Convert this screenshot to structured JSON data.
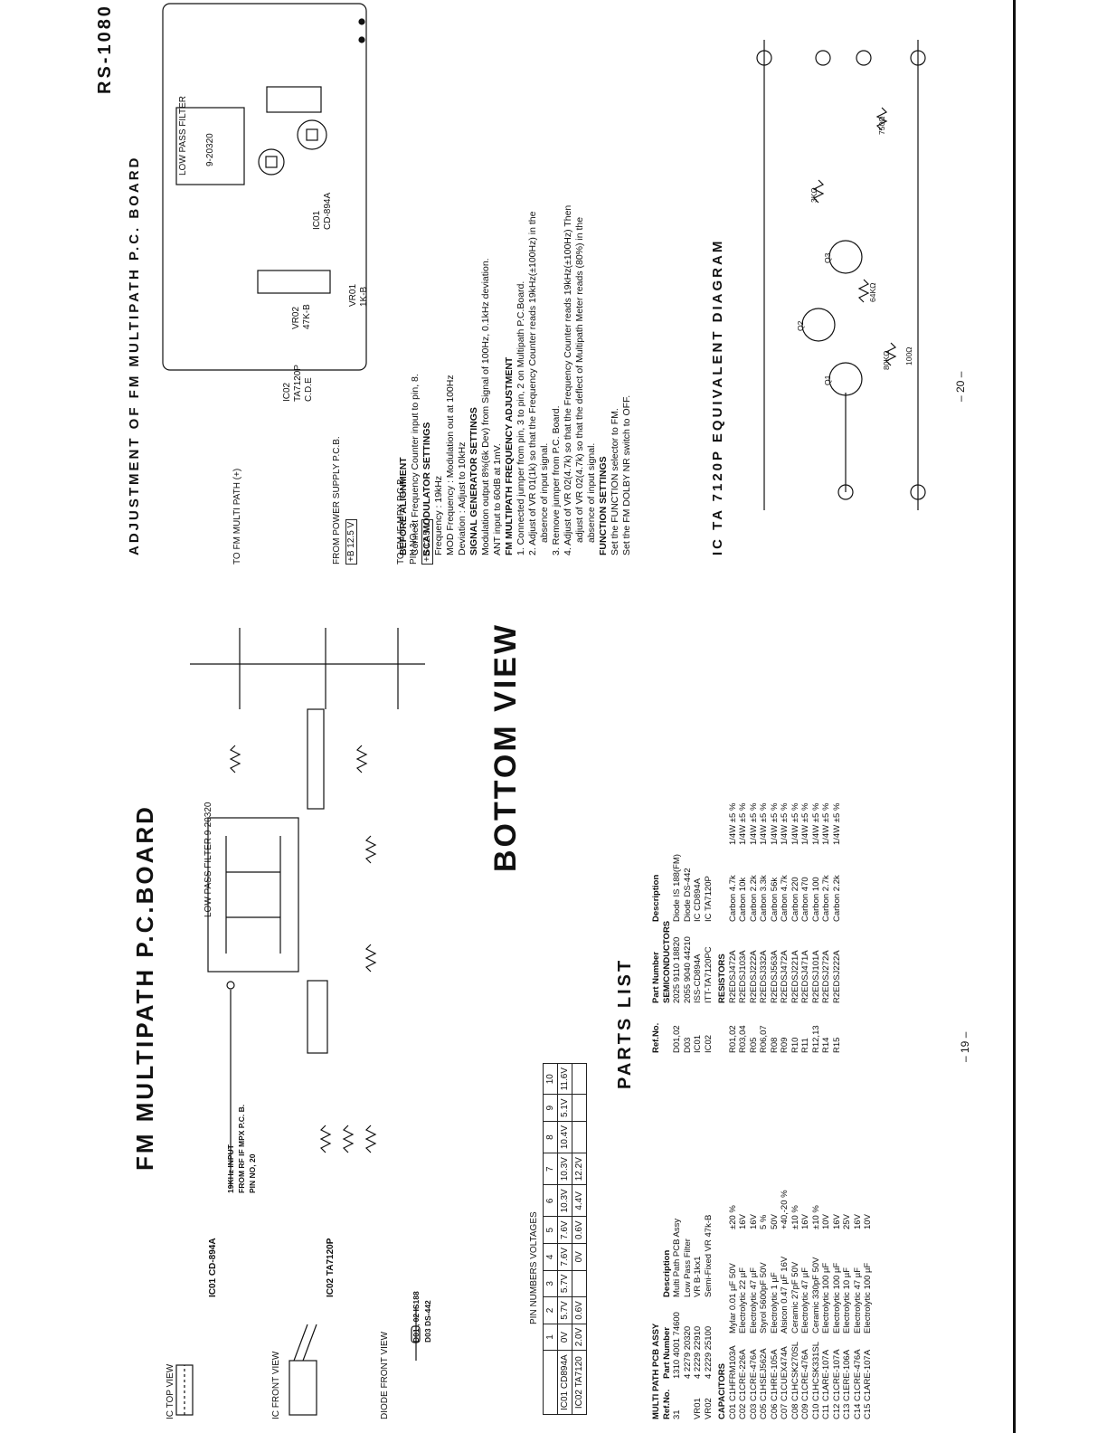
{
  "header": {
    "model": "RS-1080",
    "board_title": "ADJUSTMENT OF FM MULTIPATH P.C. BOARD",
    "left_title": "FM MULTIPATH P.C.BOARD"
  },
  "pcb": {
    "ic_top_view": "IC TOP VIEW",
    "ic_front_view": "IC FRONT VIEW",
    "diode_front_view": "DIODE FRONT VIEW",
    "ic01_label": "IC01 CD-894A",
    "ic02_label": "IC02 TA7120P",
    "diode_labels": "D01 , 02   IS188",
    "diode_labels2": "D03   DS-442",
    "input_label": "19KHz INPUT",
    "input_from": "FROM RF IF MPX P.C. B.",
    "input_pin": "PIN NO, 20",
    "low_pass_filter": "LOW PASS FILTER  9-20320",
    "bottom_view": "BOTTOM VIEW",
    "to_multipath": "TO FM MULTI PATH (+)",
    "from_power": "FROM POWER SUPPLY P.C.B.",
    "power_b": "+B 12.5 V",
    "to_fm_if": "TO FM IF MPX P.C.B.",
    "pin_no_3": "PIN NO. 3",
    "b_12_5": "+B 12.5 V",
    "page_left": "– 19 –",
    "page_right": "– 20 –"
  },
  "parts_title": "PARTS LIST",
  "pin_table": {
    "title": "PIN NUMBERS VOLTAGES",
    "headers": [
      "",
      "1",
      "2",
      "3",
      "4",
      "5",
      "6",
      "7",
      "8",
      "9",
      "10"
    ],
    "rows": [
      [
        "IC01 CD894A",
        "0V",
        "5.7V",
        "5.7V",
        "7.6V",
        "7.6V",
        "10.3V",
        "10.3V",
        "10.4V",
        "5.1V",
        "11.6V"
      ],
      [
        "IC02 TA7120",
        "2.0V",
        "0.6V",
        "",
        "0V",
        "0.6V",
        "4.4V",
        "12.2V",
        "",
        "",
        ""
      ]
    ]
  },
  "multipath_assy": {
    "title": "MULTI PATH PCB ASSY",
    "col_ref": "Ref.No.",
    "col_part": "Part Number",
    "col_desc": "Description",
    "items": [
      [
        "31",
        "1310 4001 74600",
        "Multi Path PCB Assy"
      ],
      [
        "",
        "4 2279 20320",
        "Low Pass Filter"
      ],
      [
        "VR01",
        "4 2229 22910",
        "VR B-1kx1"
      ],
      [
        "VR02",
        "4 2229 25100",
        "Semi-Fixed VR 47k-B"
      ]
    ],
    "capacitors_title": "CAPACITORS",
    "capacitors": [
      [
        "C01",
        "C1HFRM103A",
        "Mylar 0.01 µF  50V",
        "±20 %"
      ],
      [
        "C02",
        "C1CRE-226A",
        "Electrolytic 22 µF",
        "16V"
      ],
      [
        "C03",
        "C1CRE-476A",
        "Electrolytic 47 µF",
        "16V"
      ],
      [
        "C05",
        "C1HSEJ562A",
        "Styrol 5600pF  50V",
        "5 %"
      ],
      [
        "C06",
        "C1HRE-105A",
        "Electrolytic 1 µF",
        "50V"
      ],
      [
        "C07",
        "C1CUEX474A",
        "Alsicon 0.47 µF 16V",
        "+40,-20 %"
      ],
      [
        "C08",
        "C1HCSK270SL",
        "Ceramic 27pF  50V",
        "±10 %"
      ],
      [
        "C09",
        "C1CRE-476A",
        "Electrolytic 47 µF",
        "16V"
      ],
      [
        "C10",
        "C1HCSK331SL",
        "Ceramic 330pF 50V",
        "±10 %"
      ],
      [
        "C11",
        "C1ARE-107A",
        "Electrolytic 100 µF",
        "10V"
      ],
      [
        "C12",
        "C1CRE-107A",
        "Electrolytic 100 µF",
        "16V"
      ],
      [
        "C13",
        "C1ERE-106A",
        "Electrolytic 10 µF",
        "25V"
      ],
      [
        "C14",
        "C1CRE-476A",
        "Electrolytic 47 µF",
        "16V"
      ],
      [
        "C15",
        "C1ARE-107A",
        "Electrolytic 100 µF",
        "10V"
      ]
    ]
  },
  "semis": {
    "col_ref": "Ref.No.",
    "col_part": "Part Number",
    "col_desc": "Description",
    "semis_title": "SEMICONDUCTORS",
    "semiconductors": [
      [
        "D01,02",
        "2025 9110 18820",
        "Diode IS 188(FM)"
      ],
      [
        "D03",
        "2055 9040 44210",
        "Diode DS-442"
      ],
      [
        "IC01",
        "ISS-CD894A",
        "IC CD894A"
      ],
      [
        "IC02",
        "ITT-TA7120PC",
        "IC TA7120P"
      ]
    ],
    "resistors_title": "RESISTORS",
    "resistors": [
      [
        "R01,02",
        "R2EDSJ472A",
        "Carbon  4.7k",
        "1/4W ±5 %"
      ],
      [
        "R03,04",
        "R2EDSJ103A",
        "Carbon  10k",
        "1/4W ±5 %"
      ],
      [
        "R05",
        "R2EDSJ222A",
        "Carbon  2.2k",
        "1/4W ±5 %"
      ],
      [
        "R06,07",
        "R2EDSJ332A",
        "Carbon  3.3k",
        "1/4W ±5 %"
      ],
      [
        "R08",
        "R2EDSJ563A",
        "Carbon  56k",
        "1/4W ±5 %"
      ],
      [
        "R09",
        "R2EDSJ472A",
        "Carbon  4.7k",
        "1/4W ±5 %"
      ],
      [
        "R10",
        "R2EDSJ221A",
        "Carbon  220",
        "1/4W ±5 %"
      ],
      [
        "R11",
        "R2EDSJ471A",
        "Carbon  470",
        "1/4W ±5 %"
      ],
      [
        "R12,13",
        "R2EDSJ101A",
        "Carbon  100",
        "1/4W ±5 %"
      ],
      [
        "R14",
        "R2EDSJ272A",
        "Carbon  2.7k",
        "1/4W ±5 %"
      ],
      [
        "R15",
        "R2EDSJ222A",
        "Carbon  2.2k",
        "1/4W ±5 %"
      ]
    ]
  },
  "adjust_board": {
    "lpf": "LOW PASS FILTER",
    "lpf_num": "9-20320",
    "ic02": "IC02",
    "ic02b": "TA7120P",
    "ic02c": "C.D.E",
    "vr02": "VR02",
    "vr02b": "47K-B",
    "vr01": "VR01",
    "vr01b": "1K-B",
    "ic01": "IC01",
    "ic01b": "CD-894A"
  },
  "instructions": {
    "before_title": "BEFORE ALIGNMENT",
    "before_1": "Connect Frequency Counter input to pin, 8.",
    "sca_title": "SCA MODULATOR SETTINGS",
    "sca_1": "Frequency        : 19kHz",
    "sca_2": "MOD Frequency   : Modulation out at 100Hz",
    "sca_3": "Deviation         : Adjust to 10kHz",
    "sig_title": "SIGNAL GENERATOR SETTINGS",
    "sig_1": "Modulation output 8%(6k Dev) from Signal of 100Hz, 0.1kHz deviation.",
    "sig_2": "ANT input to 60dB at 1mV.",
    "fm_title": "FM MULTIPATH FREQUENCY ADJUSTMENT",
    "fm_1": "1. Connected jumper from pin, 3 to pin, 2 on Multipath P.C.Board.",
    "fm_2": "2. Adjust of VR 01(1k) so that the Frequency Counter reads 19kHz(±100Hz) in the",
    "fm_2b": "absence of input signal.",
    "fm_3": "3. Remove jumper from P.C. Board.",
    "fm_4": "4. Adjust of VR 02(4.7k) so that the Frequency Counter reads 19kHz(±100Hz) Then",
    "fm_4b": "adjust of VR 02(4.7k) so that the deflect of Multipath Meter reads (80%) in the",
    "fm_4c": "absence of input signal.",
    "func_title": "FUNCTION SETTINGS",
    "func_1": "Set the FUNCTION selector to FM.",
    "func_2": "Set the FM DOLBY NR switch to OFF."
  },
  "equiv": {
    "title": "IC TA 7120P EQUIVALENT DIAGRAM",
    "r_3k": "3KΩ",
    "r_750": "750Ω",
    "r_64k": "64KΩ",
    "r_80k": "80KΩ",
    "r_100": "100Ω",
    "q1": "Q1",
    "q2": "Q2",
    "q3": "Q3"
  }
}
